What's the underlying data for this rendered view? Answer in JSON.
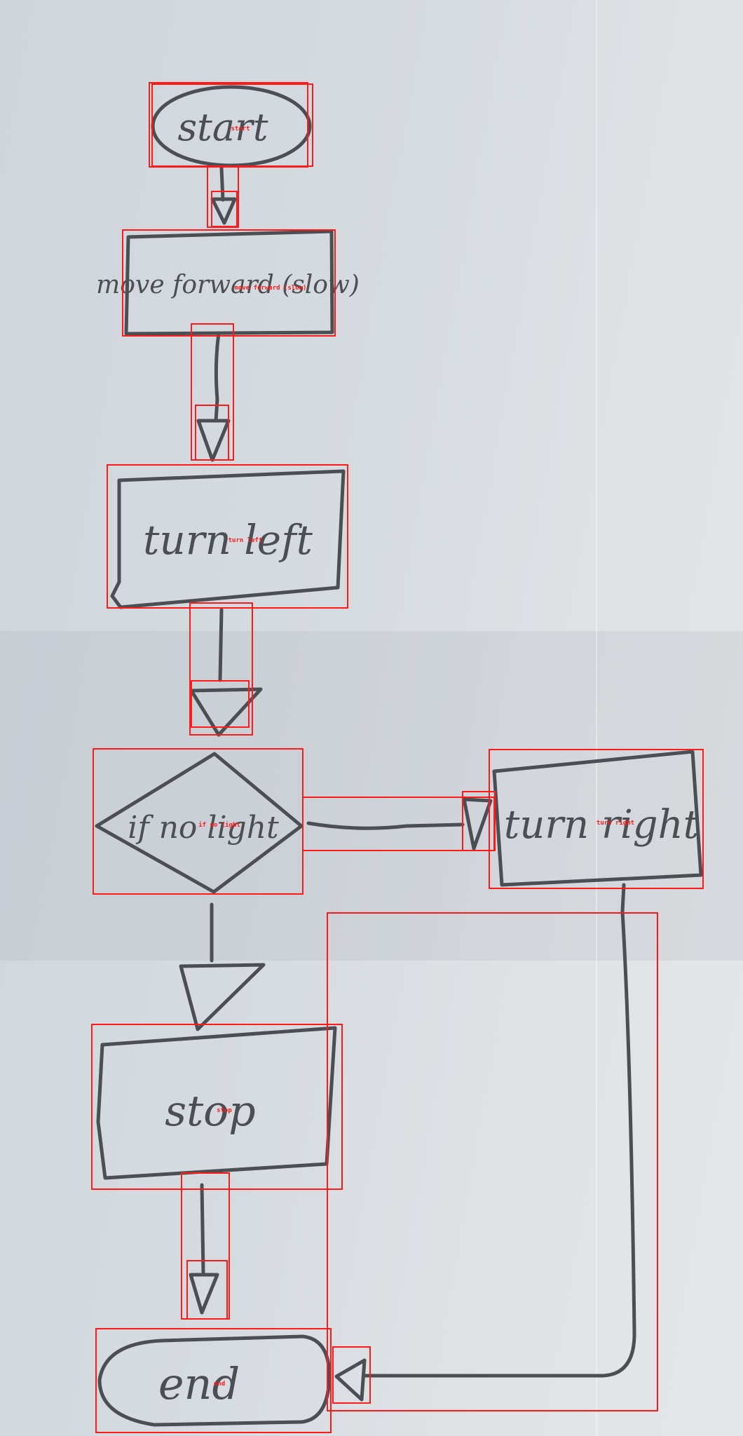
{
  "nodes": {
    "start": {
      "text": "start",
      "label": "start"
    },
    "move": {
      "text": "move forward (slow)",
      "label": "move forward (slow)"
    },
    "turn_left": {
      "text": "turn left",
      "label": "turn left"
    },
    "decision": {
      "text": "if no light",
      "label": "if no light"
    },
    "turn_right": {
      "text": "turn right",
      "label": "turn right"
    },
    "stop": {
      "text": "stop",
      "label": "stop"
    },
    "end": {
      "text": "end",
      "label": "end"
    }
  },
  "colors": {
    "ink": "#4b4f54",
    "annotation": "#ff1a1a"
  }
}
